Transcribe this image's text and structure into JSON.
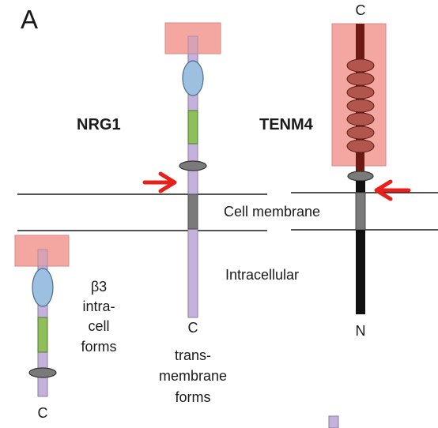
{
  "panel_label": "A",
  "labels": {
    "nrg1": "NRG1",
    "tenm4": "TENM4",
    "cell_membrane": "Cell membrane",
    "intracellular": "Intracellular",
    "beta3_line1": "β3",
    "beta3_line2": "intra-",
    "beta3_line3": "cell",
    "beta3_line4": "forms",
    "trans_line1": "trans-",
    "trans_line2": "membrane",
    "trans_line3": "forms",
    "nrg1_tm_c": "C",
    "nrg1_beta3_c": "C",
    "tenm4_c": "C",
    "tenm4_n": "N"
  },
  "colors": {
    "ecd_box": "#f4a6a0",
    "ecd_border": "#d98a84",
    "stalk": "#c4b2dc",
    "ig_domain": "#9dbfe0",
    "egf_domain": "#8fbf5a",
    "cleavage_disc": "#7a7a7a",
    "tm_segment": "#7a7a7a",
    "tenm4_dark": "#6e1a14",
    "tenm4_repeat": "#b0564c",
    "tenm4_intracellular": "#111111",
    "arrow": "#e8201c",
    "membrane_line": "#1a1a1a"
  }
}
